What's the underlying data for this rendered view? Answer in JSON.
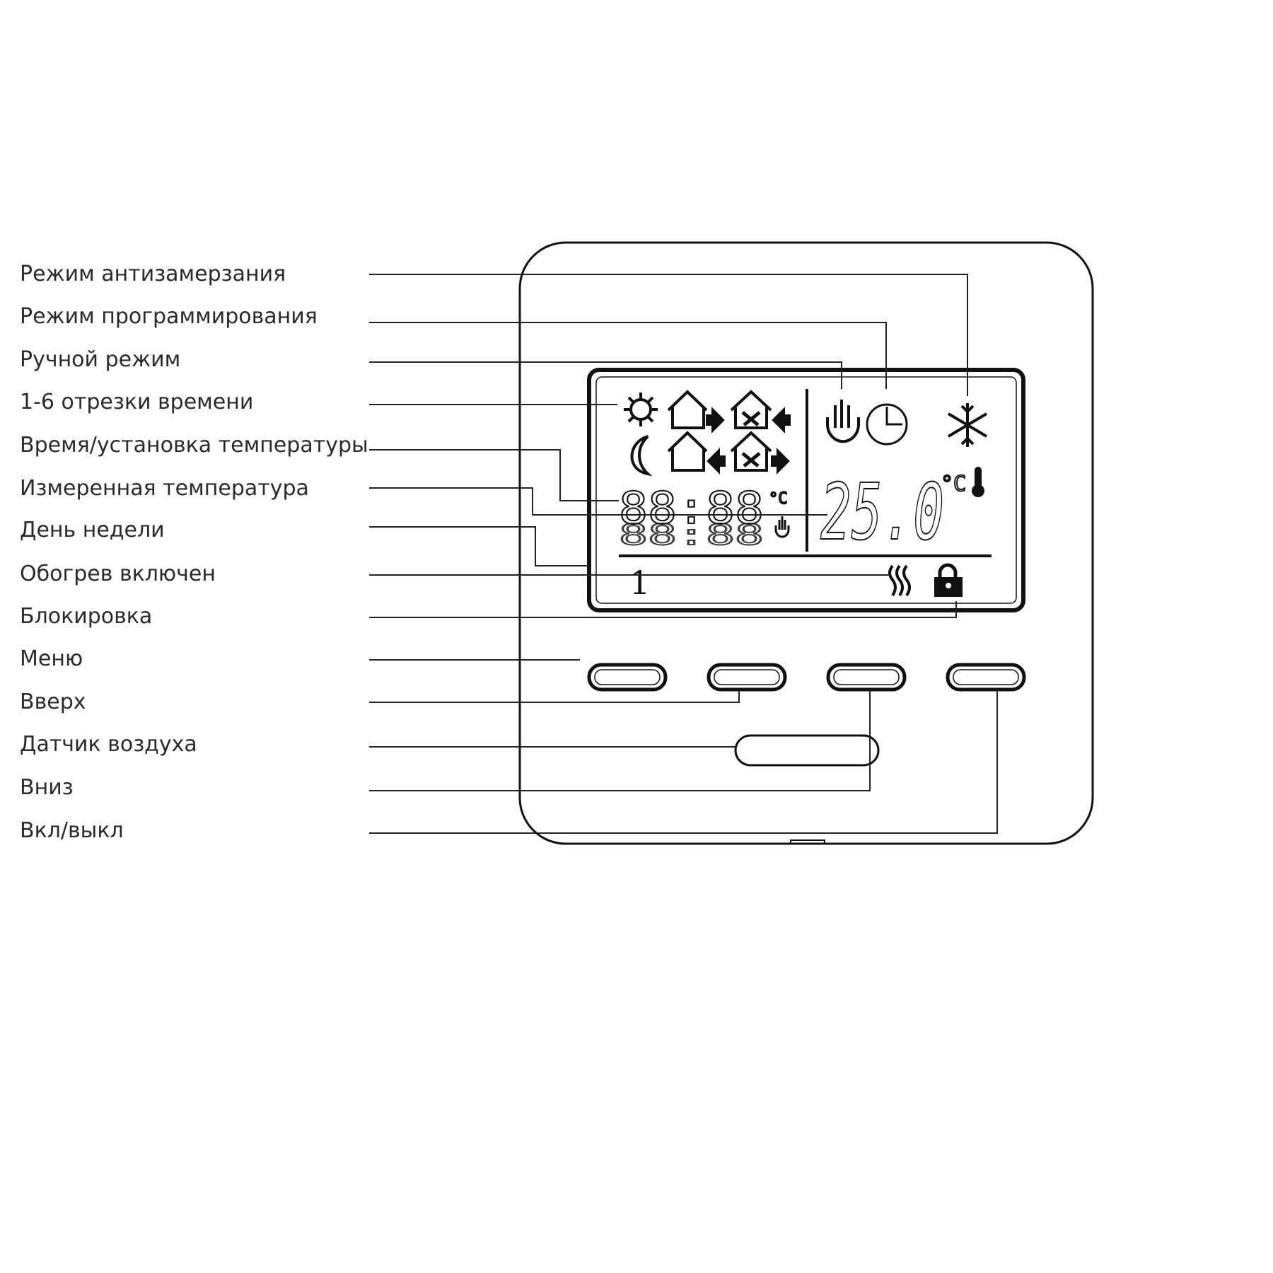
{
  "labels": [
    "Режим антизамерзания",
    "Режим программирования",
    "Ручной режим",
    "1-6 отрезки времени",
    "Время/установка температуры",
    "Измеренная температура",
    "День недели",
    "Обогрев включен",
    "Блокировка",
    "Меню",
    "Вверх",
    "Датчик воздуха",
    "Вниз",
    "Вкл/выкл"
  ],
  "lcd": {
    "time_digits": "88:88",
    "time_digits_lower": "88:88",
    "temperature": "25.0",
    "unit": "°C",
    "small_unit": "°C",
    "day": "1"
  },
  "icons": [
    "sun-icon",
    "moon-icon",
    "house-leave-icon",
    "house-return-icon",
    "house-lunch-in-icon",
    "house-lunch-out-icon",
    "hand-icon",
    "clock-icon",
    "snowflake-icon",
    "thermometer-icon",
    "heating-icon",
    "lock-icon"
  ],
  "buttons": [
    "menu-button",
    "up-button",
    "down-button",
    "power-button"
  ]
}
